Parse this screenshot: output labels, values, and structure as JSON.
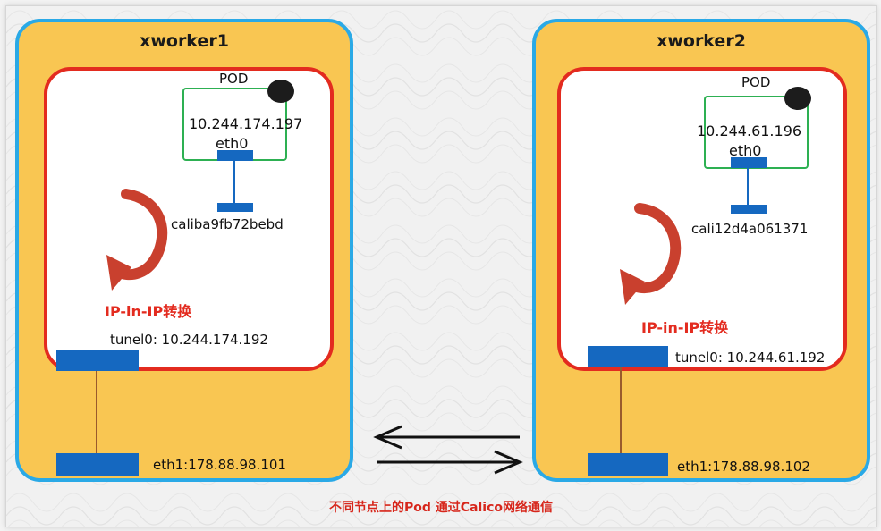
{
  "nodes": [
    {
      "name": "xworker1",
      "pod_label": "POD",
      "pod_ip": "10.244.174.197",
      "pod_iface": "eth0",
      "veth": "caliba9fb72bebd",
      "convert": "IP-in-IP转换",
      "tunnel": "tunel0: 10.244.174.192",
      "eth": "eth1:178.88.98.101"
    },
    {
      "name": "xworker2",
      "pod_label": "POD",
      "pod_ip": "10.244.61.196",
      "pod_iface": "eth0",
      "veth": "cali12d4a061371",
      "convert": "IP-in-IP转换",
      "tunnel": "tunel0: 10.244.61.192",
      "eth": "eth1:178.88.98.102"
    }
  ],
  "caption": "不同节点上的Pod 通过Calico网络通信",
  "colors": {
    "node_fill": "#f9c652",
    "node_border": "#2aa9e6",
    "host_border": "#e32b1f",
    "pod_border": "#2db052",
    "interface": "#1568c0",
    "arrow_loop": "#c9402e"
  },
  "icons": {
    "loop": "circular-arrow-icon",
    "traffic": "bidirectional-arrows-icon"
  }
}
